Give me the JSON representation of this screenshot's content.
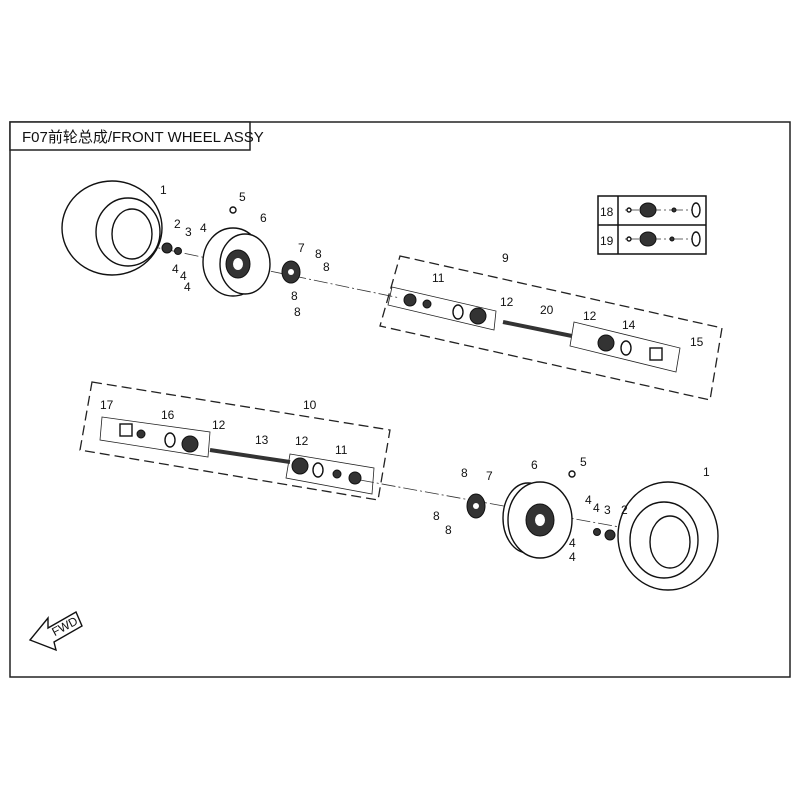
{
  "title": "F07前轮总成/FRONT WHEEL ASSY",
  "fwd_label": "FWD",
  "inset": {
    "rows": [
      "18",
      "19"
    ]
  },
  "callouts_top": [
    "1",
    "2",
    "3",
    "4",
    "4",
    "4",
    "4",
    "5",
    "6",
    "7",
    "8",
    "8",
    "8",
    "8"
  ],
  "group_9": {
    "label": "9",
    "callouts": [
      "11",
      "12",
      "20",
      "12",
      "14",
      "15"
    ]
  },
  "group_10": {
    "label": "10",
    "callouts": [
      "17",
      "16",
      "12",
      "13",
      "12",
      "11"
    ]
  },
  "callouts_bottom": [
    "8",
    "7",
    "6",
    "5",
    "8",
    "8",
    "4",
    "4",
    "4",
    "4",
    "3",
    "2",
    "1"
  ]
}
